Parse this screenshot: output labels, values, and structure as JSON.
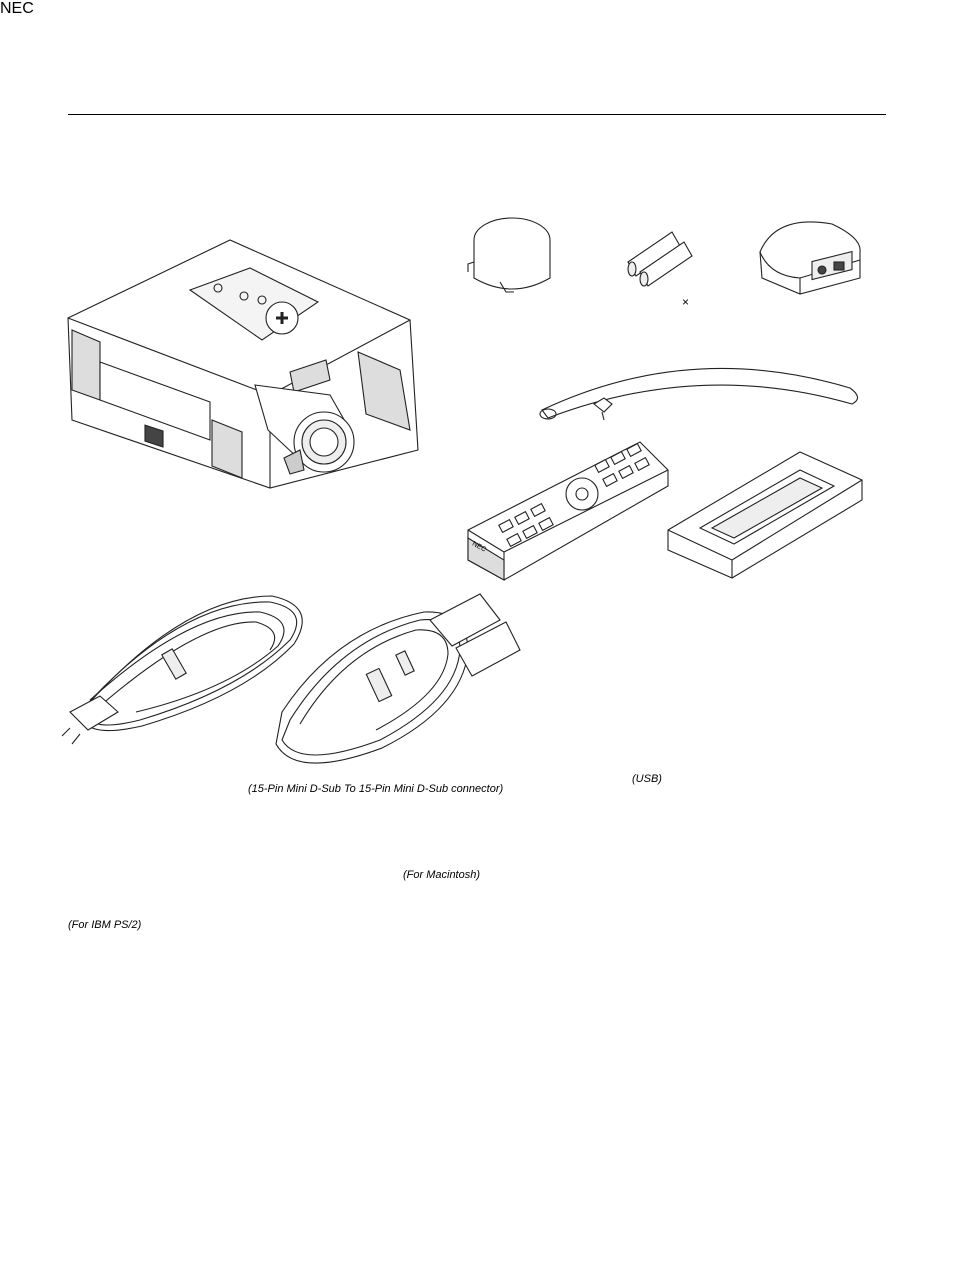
{
  "captions": {
    "vga_cable": "(15-Pin Mini D-Sub To 15-Pin Mini D-Sub connector)",
    "usb_cable": "(USB)",
    "mac_cable": "(For Macintosh)",
    "ps2_cable": "(For IBM PS/2)"
  },
  "marks": {
    "battery_multiplier": "×",
    "remote_brand": "NEC",
    "case_brand": "NEC"
  },
  "colors": {
    "line": "#222222",
    "fill": "#ffffff",
    "shade": "#d8d8d8",
    "dark": "#555555"
  }
}
